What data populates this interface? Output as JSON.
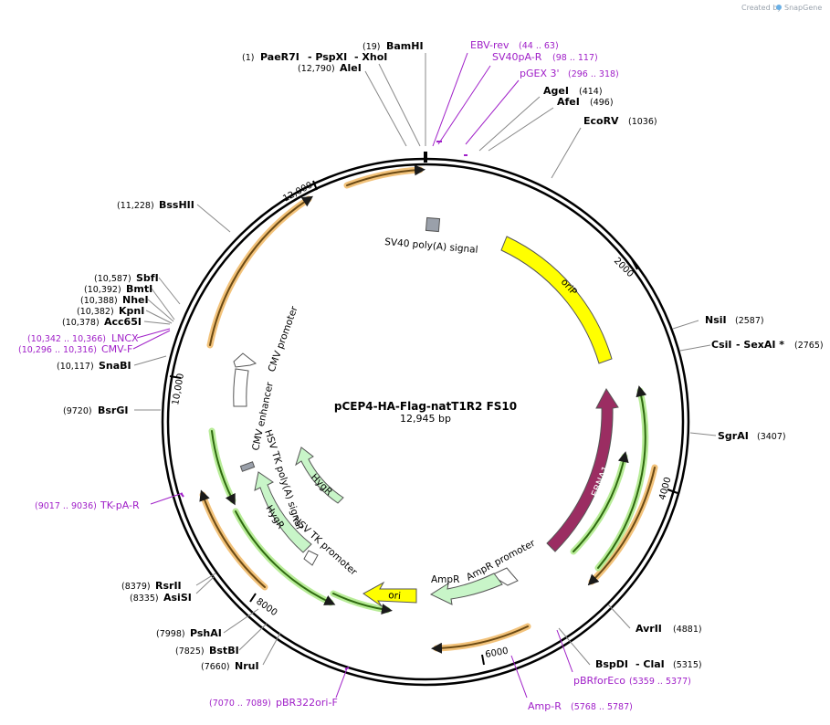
{
  "watermark": {
    "prefix": "Created by",
    "brand": "SnapGene"
  },
  "plasmid": {
    "name": "pCEP4-HA-Flag-natT1R2 FS10",
    "size_label": "12,945 bp"
  },
  "ticks": [
    "2000",
    "4000",
    "6000",
    "8000",
    "10,000",
    "12,000"
  ],
  "sites": [
    {
      "name": "BamHI",
      "pos": "(19)"
    },
    {
      "name": "PaeR7I",
      "pos": "(1)"
    },
    {
      "name": "- PspXI",
      "pos": ""
    },
    {
      "name": "- XhoI",
      "pos": ""
    },
    {
      "name": "AleI",
      "pos": "(12,790)"
    },
    {
      "name": "AgeI",
      "pos": "(414)"
    },
    {
      "name": "AfeI",
      "pos": "(496)"
    },
    {
      "name": "EcoRV",
      "pos": "(1036)"
    },
    {
      "name": "NsiI",
      "pos": "(2587)"
    },
    {
      "name": "CsiI",
      "pos": ""
    },
    {
      "name": "- SexAI *",
      "pos": "(2765)"
    },
    {
      "name": "SgrAI",
      "pos": "(3407)"
    },
    {
      "name": "AvrII",
      "pos": "(4881)"
    },
    {
      "name": "BspDI",
      "pos": ""
    },
    {
      "name": "- ClaI",
      "pos": "(5315)"
    },
    {
      "name": "RsrII",
      "pos": "(8379)"
    },
    {
      "name": "AsiSI",
      "pos": "(8335)"
    },
    {
      "name": "PshAI",
      "pos": "(7998)"
    },
    {
      "name": "BstBI",
      "pos": "(7825)"
    },
    {
      "name": "NruI",
      "pos": "(7660)"
    },
    {
      "name": "BsrGI",
      "pos": "(9720)"
    },
    {
      "name": "SnaBI",
      "pos": "(10,117)"
    },
    {
      "name": "Acc65I",
      "pos": "(10,378)"
    },
    {
      "name": "KpnI",
      "pos": "(10,382)"
    },
    {
      "name": "NheI",
      "pos": "(10,388)"
    },
    {
      "name": "BmtI",
      "pos": "(10,392)"
    },
    {
      "name": "SbfI",
      "pos": "(10,587)"
    },
    {
      "name": "BssHII",
      "pos": "(11,228)"
    }
  ],
  "primers": [
    {
      "name": "EBV-rev",
      "pos": "(44 .. 63)"
    },
    {
      "name": "SV40pA-R",
      "pos": "(98 .. 117)"
    },
    {
      "name": "pGEX 3'",
      "pos": "(296 .. 318)"
    },
    {
      "name": "pBRforEco",
      "pos": "(5359 .. 5377)"
    },
    {
      "name": "Amp-R",
      "pos": "(5768 .. 5787)"
    },
    {
      "name": "pBR322ori-F",
      "pos": "(7070 .. 7089)"
    },
    {
      "name": "TK-pA-R",
      "pos": "(9017 .. 9036)"
    },
    {
      "name": "LNCX",
      "pos": "(10,342 .. 10,366)"
    },
    {
      "name": "CMV-F",
      "pos": "(10,296 .. 10,316)"
    }
  ],
  "features": [
    {
      "name": "SV40 poly(A) signal",
      "color": "#9aa0aa"
    },
    {
      "name": "oriP",
      "color": "#ffff00"
    },
    {
      "name": "EBNA1",
      "color": "#9b2d62"
    },
    {
      "name": "AmpR promoter",
      "color": "#ffffff"
    },
    {
      "name": "AmpR",
      "color": "#c8f5c8"
    },
    {
      "name": "ori",
      "color": "#ffff00"
    },
    {
      "name": "HSV TK promoter",
      "color": "#ffffff"
    },
    {
      "name": "HygR",
      "color": "#c8f5c8"
    },
    {
      "name": "HSV TK poly(A) signal",
      "color": "#9aa0aa"
    },
    {
      "name": "CMV enhancer",
      "color": "#ffffff"
    },
    {
      "name": "CMV promoter",
      "color": "#ffffff"
    }
  ],
  "colors": {
    "primer": "#a020c8",
    "orf_orange": "#e8a23a",
    "orf_green": "#6ac53a",
    "backbone": "#000000"
  }
}
